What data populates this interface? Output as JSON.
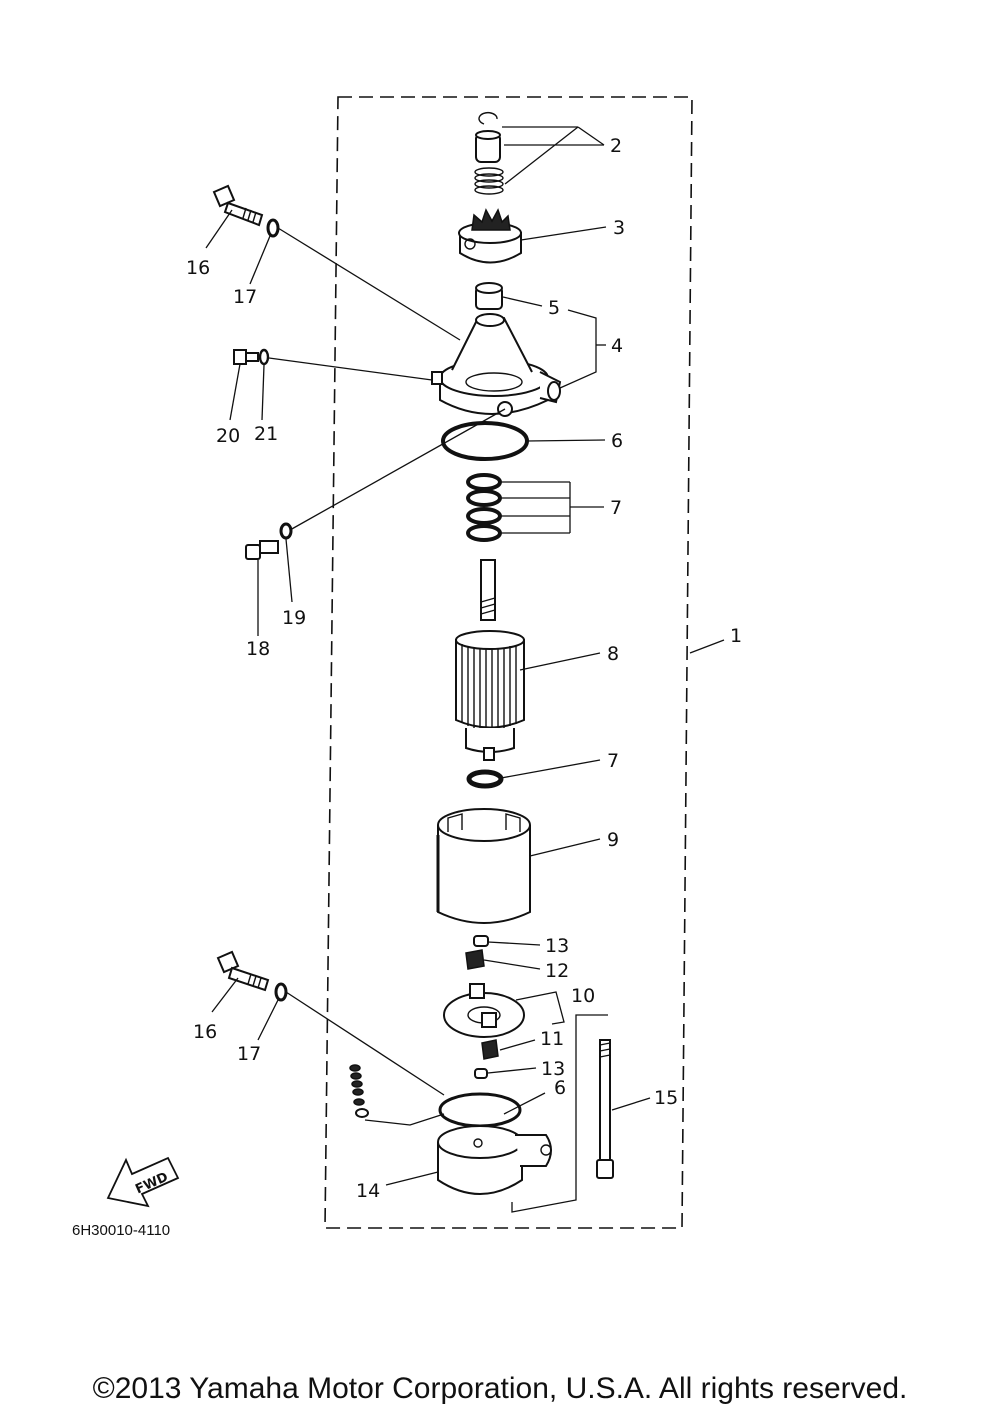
{
  "diagram": {
    "part_numbers": [
      "1",
      "2",
      "3",
      "4",
      "5",
      "6",
      "7",
      "8",
      "9",
      "10",
      "11",
      "12",
      "13",
      "14",
      "15",
      "16",
      "17",
      "18",
      "19",
      "20",
      "21"
    ],
    "labels": {
      "p1": "1",
      "p2": "2",
      "p3": "3",
      "p4": "4",
      "p5": "5",
      "p6_top": "6",
      "p6_bottom": "6",
      "p7_top": "7",
      "p7_mid": "7",
      "p8": "8",
      "p9": "9",
      "p10": "10",
      "p11": "11",
      "p12": "12",
      "p13_top": "13",
      "p13_bottom": "13",
      "p14": "14",
      "p15": "15",
      "p16_top": "16",
      "p16_bottom": "16",
      "p17_top": "17",
      "p17_bottom": "17",
      "p18": "18",
      "p19": "19",
      "p20": "20",
      "p21": "21"
    },
    "fwd_label": "FWD",
    "drawing_code": "6H30010-4110"
  },
  "footer": {
    "copyright": "©2013 Yamaha Motor Corporation, U.S.A. All rights reserved."
  }
}
